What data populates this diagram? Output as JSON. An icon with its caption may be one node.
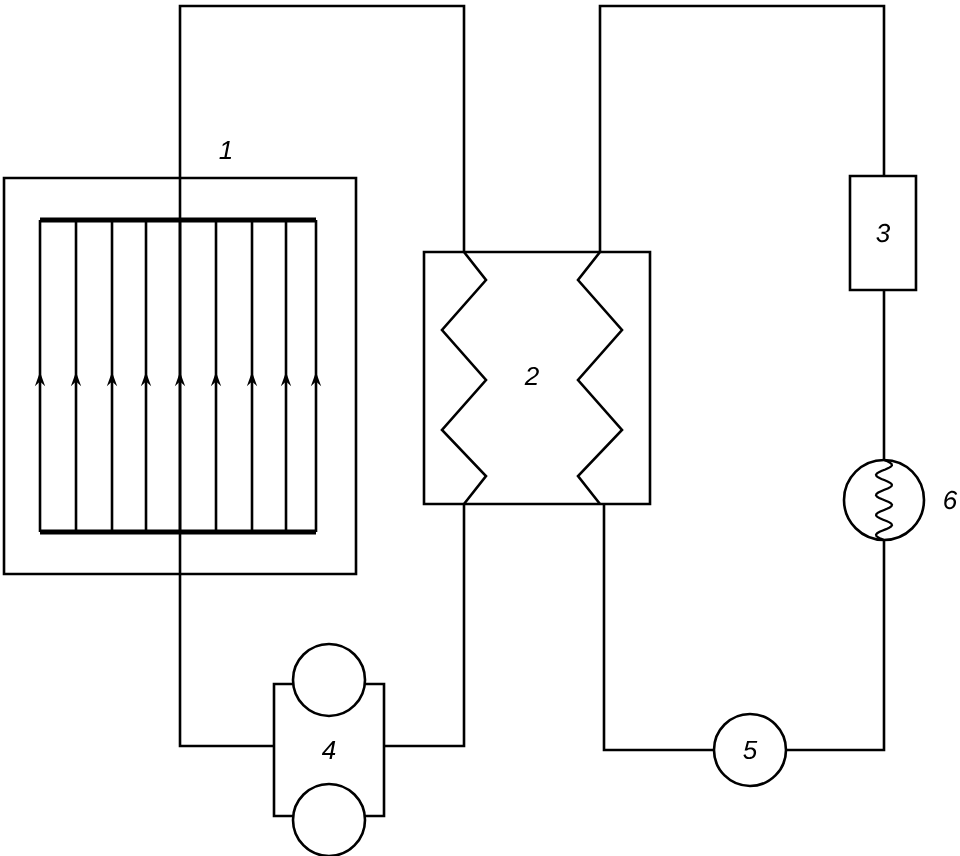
{
  "diagram": {
    "nodes": [
      {
        "text": [
          "1"
        ]
      },
      {
        "text": [
          "2"
        ]
      },
      {
        "text": [
          "3"
        ]
      },
      {
        "text": [
          "6"
        ]
      },
      {
        "text": [
          "5"
        ]
      },
      {
        "text": [
          "4"
        ]
      }
    ],
    "edges": [
      {
        "from": 0,
        "to": 1,
        "arrow": "none"
      },
      {
        "from": 1,
        "to": 2,
        "arrow": "none"
      },
      {
        "from": 2,
        "to": 3,
        "arrow": "none"
      },
      {
        "from": 3,
        "to": 4,
        "arrow": "none"
      },
      {
        "from": 4,
        "to": 1,
        "arrow": "none"
      },
      {
        "from": 1,
        "to": 5,
        "arrow": "none"
      },
      {
        "from": 5,
        "to": 0,
        "arrow": "none"
      }
    ]
  }
}
